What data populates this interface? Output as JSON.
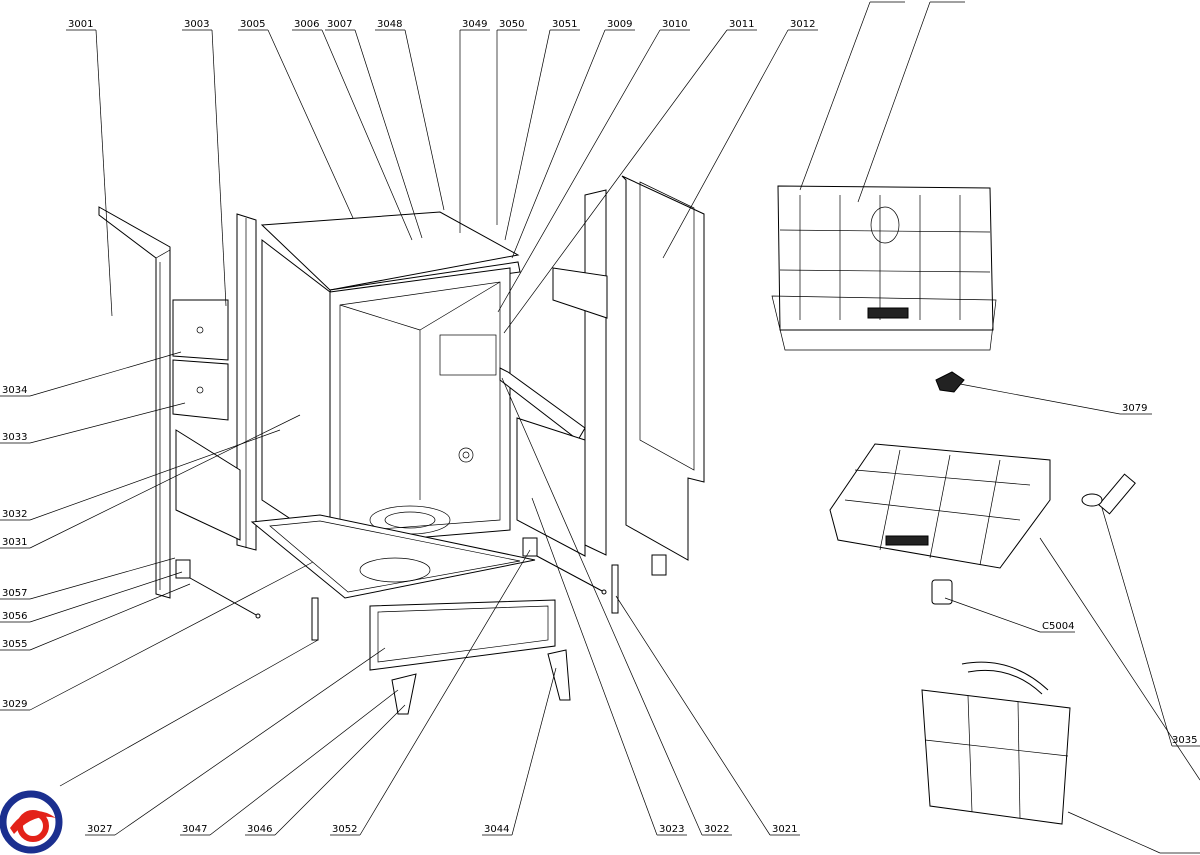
{
  "diagram": {
    "part_labels": [
      "3001",
      "3003",
      "3005",
      "3006",
      "3007",
      "3048",
      "3049",
      "3050",
      "3051",
      "3009",
      "3010",
      "3011",
      "3012",
      "3034",
      "3033",
      "3032",
      "3031",
      "3057",
      "3056",
      "3055",
      "3029",
      "3027",
      "3047",
      "3046",
      "3052",
      "3044",
      "3023",
      "3022",
      "3021",
      "3079",
      "C5004",
      "3035"
    ]
  },
  "logo": {
    "colors": [
      "#1b2f8f",
      "#e32219"
    ]
  }
}
